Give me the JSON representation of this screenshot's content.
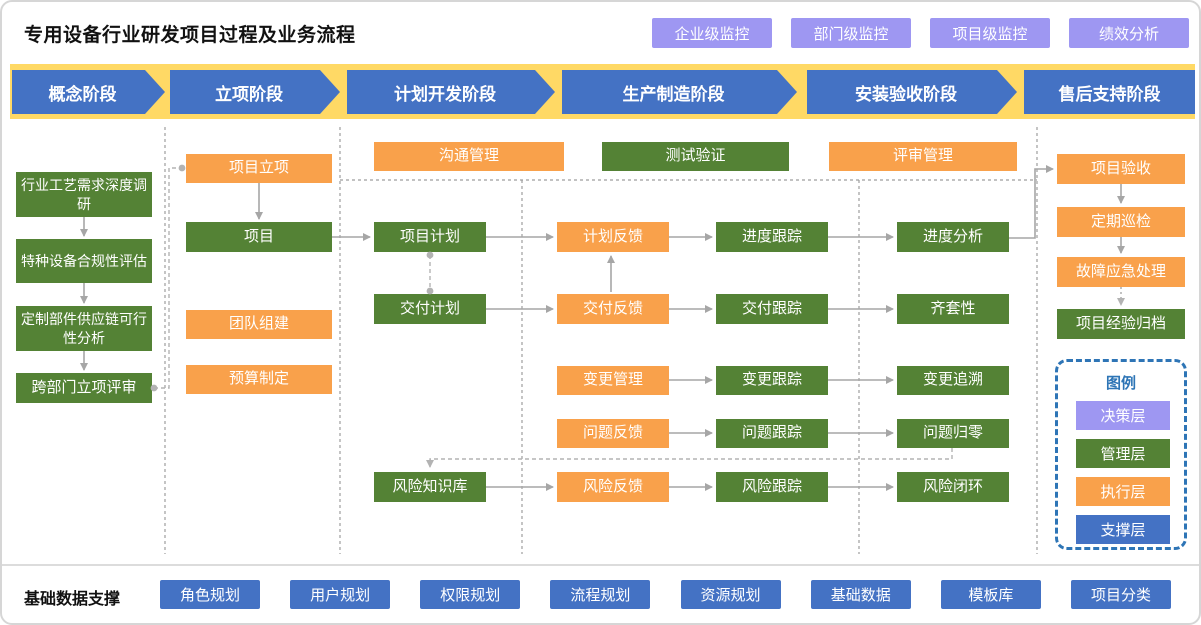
{
  "header": {
    "title": "专用设备行业研发项目过程及业务流程",
    "monitor_buttons": [
      "企业级监控",
      "部门级监控",
      "项目级监控",
      "绩效分析"
    ]
  },
  "stages": [
    "概念阶段",
    "立项阶段",
    "计划开发阶段",
    "生产制造阶段",
    "安装验收阶段",
    "售后支持阶段"
  ],
  "nodes": [
    {
      "id": "survey",
      "label": "行业工艺需求深度调研",
      "layer": "management"
    },
    {
      "id": "compliance",
      "label": "特种设备合规性评估",
      "layer": "management"
    },
    {
      "id": "supplychain",
      "label": "定制部件供应链可行性分析",
      "layer": "management"
    },
    {
      "id": "review",
      "label": "跨部门立项评审",
      "layer": "management"
    },
    {
      "id": "approval",
      "label": "项目立项",
      "layer": "execution"
    },
    {
      "id": "project",
      "label": "项目",
      "layer": "management"
    },
    {
      "id": "team",
      "label": "团队组建",
      "layer": "execution"
    },
    {
      "id": "budget",
      "label": "预算制定",
      "layer": "execution"
    },
    {
      "id": "comm",
      "label": "沟通管理",
      "layer": "execution"
    },
    {
      "id": "test",
      "label": "测试验证",
      "layer": "management"
    },
    {
      "id": "review_mgmt",
      "label": "评审管理",
      "layer": "execution"
    },
    {
      "id": "plan",
      "label": "项目计划",
      "layer": "management"
    },
    {
      "id": "delivery_plan",
      "label": "交付计划",
      "layer": "management"
    },
    {
      "id": "risk_kb",
      "label": "风险知识库",
      "layer": "management"
    },
    {
      "id": "plan_fb",
      "label": "计划反馈",
      "layer": "execution"
    },
    {
      "id": "delivery_fb",
      "label": "交付反馈",
      "layer": "execution"
    },
    {
      "id": "change_mgmt",
      "label": "变更管理",
      "layer": "execution"
    },
    {
      "id": "issue_fb",
      "label": "问题反馈",
      "layer": "execution"
    },
    {
      "id": "risk_fb",
      "label": "风险反馈",
      "layer": "execution"
    },
    {
      "id": "progress_track",
      "label": "进度跟踪",
      "layer": "management"
    },
    {
      "id": "delivery_track",
      "label": "交付跟踪",
      "layer": "management"
    },
    {
      "id": "change_track",
      "label": "变更跟踪",
      "layer": "management"
    },
    {
      "id": "issue_track",
      "label": "问题跟踪",
      "layer": "management"
    },
    {
      "id": "risk_track",
      "label": "风险跟踪",
      "layer": "management"
    },
    {
      "id": "progress_analysis",
      "label": "进度分析",
      "layer": "management"
    },
    {
      "id": "kitting",
      "label": "齐套性",
      "layer": "management"
    },
    {
      "id": "change_trace",
      "label": "变更追溯",
      "layer": "management"
    },
    {
      "id": "issue_zero",
      "label": "问题归零",
      "layer": "management"
    },
    {
      "id": "risk_close",
      "label": "风险闭环",
      "layer": "management"
    },
    {
      "id": "acceptance",
      "label": "项目验收",
      "layer": "execution"
    },
    {
      "id": "inspection",
      "label": "定期巡检",
      "layer": "execution"
    },
    {
      "id": "emergency",
      "label": "故障应急处理",
      "layer": "execution"
    },
    {
      "id": "archive",
      "label": "项目经验归档",
      "layer": "management"
    }
  ],
  "edges": [
    {
      "from": "survey",
      "to": "compliance",
      "style": "solid"
    },
    {
      "from": "compliance",
      "to": "supplychain",
      "style": "solid"
    },
    {
      "from": "supplychain",
      "to": "review",
      "style": "solid"
    },
    {
      "from": "approval",
      "to": "project",
      "style": "solid"
    },
    {
      "from": "project",
      "to": "plan",
      "style": "solid"
    },
    {
      "from": "plan",
      "to": "plan_fb",
      "style": "solid"
    },
    {
      "from": "plan_fb",
      "to": "progress_track",
      "style": "solid"
    },
    {
      "from": "progress_track",
      "to": "progress_analysis",
      "style": "solid"
    },
    {
      "from": "progress_analysis",
      "to": "acceptance",
      "style": "solid"
    },
    {
      "from": "delivery_plan",
      "to": "delivery_fb",
      "style": "solid"
    },
    {
      "from": "delivery_fb",
      "to": "delivery_track",
      "style": "solid"
    },
    {
      "from": "delivery_track",
      "to": "kitting",
      "style": "solid"
    },
    {
      "from": "change_mgmt",
      "to": "change_track",
      "style": "solid"
    },
    {
      "from": "change_track",
      "to": "change_trace",
      "style": "solid"
    },
    {
      "from": "issue_fb",
      "to": "issue_track",
      "style": "solid"
    },
    {
      "from": "issue_track",
      "to": "issue_zero",
      "style": "solid"
    },
    {
      "from": "risk_kb",
      "to": "risk_fb",
      "style": "solid"
    },
    {
      "from": "risk_fb",
      "to": "risk_track",
      "style": "solid"
    },
    {
      "from": "risk_track",
      "to": "risk_close",
      "style": "solid"
    },
    {
      "from": "delivery_fb",
      "to": "plan_fb",
      "style": "solid"
    },
    {
      "from": "acceptance",
      "to": "inspection",
      "style": "solid"
    },
    {
      "from": "inspection",
      "to": "emergency",
      "style": "solid"
    },
    {
      "from": "emergency",
      "to": "archive",
      "style": "dotted"
    },
    {
      "from": "review",
      "to": "approval",
      "style": "link"
    },
    {
      "from": "plan",
      "to": "delivery_plan",
      "style": "link"
    },
    {
      "from": "issue_zero",
      "to": "risk_kb",
      "style": "dashed"
    }
  ],
  "legend": {
    "title": "图例",
    "items": [
      {
        "key": "decision",
        "label": "决策层",
        "color": "#9e97f2"
      },
      {
        "key": "management",
        "label": "管理层",
        "color": "#548235"
      },
      {
        "key": "execution",
        "label": "执行层",
        "color": "#f9a14b"
      },
      {
        "key": "support",
        "label": "支撑层",
        "color": "#4472c4"
      }
    ]
  },
  "footer": {
    "label": "基础数据支撑",
    "buttons": [
      "角色规划",
      "用户规划",
      "权限规划",
      "流程规划",
      "资源规划",
      "基础数据",
      "模板库",
      "项目分类"
    ]
  },
  "colors": {
    "execution_orange": "#f9a14b",
    "management_green": "#548235",
    "decision_purple": "#9e97f2",
    "support_blue": "#4472c4",
    "banner_yellow": "#ffd965",
    "stage_arrow_blue": "#4472c4",
    "legend_border_blue": "#2e75b6",
    "connector_gray": "#a6a6a6"
  }
}
